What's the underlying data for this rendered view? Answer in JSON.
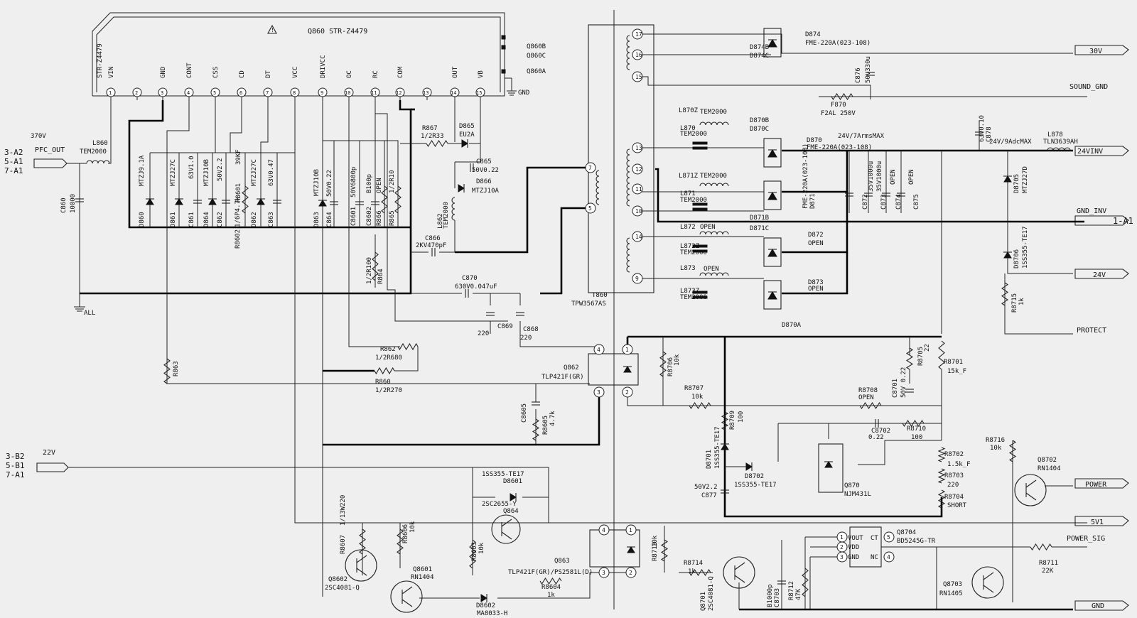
{
  "ic": {
    "title": "Q860 STR-Z4479",
    "side_label": "STR-Z4479",
    "pins": [
      {
        "num": "1",
        "name": "VIN"
      },
      {
        "num": "2",
        "name": ""
      },
      {
        "num": "3",
        "name": "GND"
      },
      {
        "num": "4",
        "name": "CONT"
      },
      {
        "num": "5",
        "name": "CSS"
      },
      {
        "num": "6",
        "name": "CD"
      },
      {
        "num": "7",
        "name": "DT"
      },
      {
        "num": "8",
        "name": "VCC"
      },
      {
        "num": "9",
        "name": "DRIVCC"
      },
      {
        "num": "10",
        "name": "OC"
      },
      {
        "num": "11",
        "name": "RC"
      },
      {
        "num": "12",
        "name": "COM"
      },
      {
        "num": "13",
        "name": ""
      },
      {
        "num": "14",
        "name": "OUT"
      },
      {
        "num": "15",
        "name": "VB"
      }
    ],
    "sub": [
      "Q860B",
      "Q860C",
      "Q860A"
    ],
    "gnd": "GND"
  },
  "ports": {
    "pfc_out": "PFC_OUT",
    "pfc_volt": "370V",
    "pfc_refs": [
      "3-A2",
      "5-A1",
      "7-A1"
    ],
    "v22": "22V",
    "v22_refs": [
      "3-B2",
      "5-B1",
      "7-A1"
    ],
    "all": "ALL",
    "out_30v": "30V",
    "sound_gnd": "SOUND_GND",
    "out_24vinv": "24VINV",
    "gnd_inv": "GND_INV",
    "gnd_inv_ref": "1-A1",
    "out_24v": "24V",
    "protect": "PROTECT",
    "power": "POWER",
    "v5v1": "5V1",
    "power_sig": "POWER_SIG",
    "gnd": "GND",
    "ic_gnd": "GND"
  },
  "labels": [
    {
      "id": "l860",
      "t": "L860"
    },
    {
      "id": "l860v",
      "t": "TEM2000"
    },
    {
      "id": "c860",
      "t": "C860"
    },
    {
      "id": "c860v",
      "t": "10000"
    },
    {
      "id": "d860",
      "t": "D860"
    },
    {
      "id": "d860v",
      "t": "MTZJ9.1A"
    },
    {
      "id": "d861",
      "t": "D861"
    },
    {
      "id": "d861v",
      "t": "MTZJ27C"
    },
    {
      "id": "c861",
      "t": "C861"
    },
    {
      "id": "c861v",
      "t": "63V1.0"
    },
    {
      "id": "d864",
      "t": "D864"
    },
    {
      "id": "d864v",
      "t": "MTZJ10B"
    },
    {
      "id": "c862",
      "t": "C862"
    },
    {
      "id": "c862v",
      "t": "50V2.2"
    },
    {
      "id": "r8602",
      "t": "R8602"
    },
    {
      "id": "r8602v",
      "t": "1/6P4.7k"
    },
    {
      "id": "r8601",
      "t": "R8601"
    },
    {
      "id": "r8601v",
      "t": "39KF"
    },
    {
      "id": "d862",
      "t": "D862"
    },
    {
      "id": "d862v",
      "t": "MTZJ27C"
    },
    {
      "id": "c863",
      "t": "C863"
    },
    {
      "id": "c863v",
      "t": "63V0.47"
    },
    {
      "id": "d863",
      "t": "D863"
    },
    {
      "id": "d863v",
      "t": "MTZJ10B"
    },
    {
      "id": "c864",
      "t": "C864"
    },
    {
      "id": "c864v",
      "t": "50V0.22"
    },
    {
      "id": "c8601",
      "t": "C8601"
    },
    {
      "id": "c8601v",
      "t": "50V6800p"
    },
    {
      "id": "c8602",
      "t": "C8602"
    },
    {
      "id": "c8602v",
      "t": "B100p"
    },
    {
      "id": "r866",
      "t": "R866"
    },
    {
      "id": "r866v",
      "t": "OPEN"
    },
    {
      "id": "r865",
      "t": "R865"
    },
    {
      "id": "r865v",
      "t": "1/2R10"
    },
    {
      "id": "r867",
      "t": "R867"
    },
    {
      "id": "r867v",
      "t": "1/2R33"
    },
    {
      "id": "d865",
      "t": "D865"
    },
    {
      "id": "d865v",
      "t": "EU2A"
    },
    {
      "id": "c865",
      "t": "C865"
    },
    {
      "id": "c865v",
      "t": "50V0.22"
    },
    {
      "id": "d866",
      "t": "D866"
    },
    {
      "id": "d866v",
      "t": "MTZJ10A"
    },
    {
      "id": "l862",
      "t": "L862"
    },
    {
      "id": "l862v",
      "t": "TEM2000"
    },
    {
      "id": "c866",
      "t": "C866"
    },
    {
      "id": "c866v",
      "t": "2KV470pF"
    },
    {
      "id": "r864",
      "t": "R864"
    },
    {
      "id": "r864v",
      "t": "1/2R100"
    },
    {
      "id": "c870",
      "t": "C870"
    },
    {
      "id": "c870v",
      "t": "630V0.047uF"
    },
    {
      "id": "c869",
      "t": "C869"
    },
    {
      "id": "c869v",
      "t": "220"
    },
    {
      "id": "c868",
      "t": "C868"
    },
    {
      "id": "c868v",
      "t": "220"
    },
    {
      "id": "r862",
      "t": "R862"
    },
    {
      "id": "r862v",
      "t": "1/2R680"
    },
    {
      "id": "r860",
      "t": "R860"
    },
    {
      "id": "r860v",
      "t": "1/2R270"
    },
    {
      "id": "r863",
      "t": "R863"
    },
    {
      "id": "q862",
      "t": "Q862"
    },
    {
      "id": "q862v",
      "t": "TLP421F(GR)"
    },
    {
      "id": "c8605",
      "t": "C8605"
    },
    {
      "id": "r8605",
      "t": "R8605"
    },
    {
      "id": "r8605v",
      "t": "4.7k"
    },
    {
      "id": "t860",
      "t": "T860"
    },
    {
      "id": "t860v",
      "t": "TPW3567AS"
    },
    {
      "id": "d874",
      "t": "D874"
    },
    {
      "id": "d874v",
      "t": "FME-220A(023-108)"
    },
    {
      "id": "d874b",
      "t": "D874B"
    },
    {
      "id": "d874c",
      "t": "D874C"
    },
    {
      "id": "c876",
      "t": "C876"
    },
    {
      "id": "c876v",
      "t": "50V330u"
    },
    {
      "id": "f870",
      "t": "F870"
    },
    {
      "id": "f870v",
      "t": "F2AL 250V"
    },
    {
      "id": "l870z",
      "t": "L870Z"
    },
    {
      "id": "l870zv",
      "t": "TEM2000"
    },
    {
      "id": "l870",
      "t": "L870"
    },
    {
      "id": "l870v",
      "t": "TEM2000"
    },
    {
      "id": "d870b",
      "t": "D870B"
    },
    {
      "id": "d870c",
      "t": "D870C"
    },
    {
      "id": "d870",
      "t": "D870"
    },
    {
      "id": "d870v",
      "t": "FME-220A(023-108)"
    },
    {
      "id": "d870note",
      "t": "24V/7ArmsMAX"
    },
    {
      "id": "l871z",
      "t": "L871Z"
    },
    {
      "id": "l871zv",
      "t": "TEM2000"
    },
    {
      "id": "l871",
      "t": "L871"
    },
    {
      "id": "l871v",
      "t": "TEM2000"
    },
    {
      "id": "d871",
      "t": "D871"
    },
    {
      "id": "d871v",
      "t": "FME-220A(023-108)"
    },
    {
      "id": "d871b",
      "t": "D871B"
    },
    {
      "id": "d871c",
      "t": "D871C"
    },
    {
      "id": "l872",
      "t": "L872"
    },
    {
      "id": "l872v",
      "t": "OPEN"
    },
    {
      "id": "l872z",
      "t": "L872Z"
    },
    {
      "id": "l872zv",
      "t": "TEM2000"
    },
    {
      "id": "d872",
      "t": "D872"
    },
    {
      "id": "d872v",
      "t": "OPEN"
    },
    {
      "id": "l873",
      "t": "L873"
    },
    {
      "id": "l873v",
      "t": "OPEN"
    },
    {
      "id": "l873z",
      "t": "L873Z"
    },
    {
      "id": "l873zv",
      "t": "TEM2000"
    },
    {
      "id": "d873",
      "t": "D873"
    },
    {
      "id": "d873v",
      "t": "OPEN"
    },
    {
      "id": "d870a",
      "t": "D870A"
    },
    {
      "id": "c872",
      "t": "C872"
    },
    {
      "id": "c872v",
      "t": "35V1000u"
    },
    {
      "id": "c873",
      "t": "C873"
    },
    {
      "id": "c873v",
      "t": "35V1000u"
    },
    {
      "id": "c874",
      "t": "C874"
    },
    {
      "id": "c874v",
      "t": "OPEN"
    },
    {
      "id": "c875",
      "t": "C875"
    },
    {
      "id": "c875v",
      "t": "OPEN"
    },
    {
      "id": "c878",
      "t": "C878"
    },
    {
      "id": "c878v",
      "t": "63V0.10"
    },
    {
      "id": "l878",
      "t": "L878"
    },
    {
      "id": "l878v",
      "t": "TLN3639AH"
    },
    {
      "id": "l878n",
      "t": "24V/9AdcMAX"
    },
    {
      "id": "d8705",
      "t": "D8705"
    },
    {
      "id": "d8705v",
      "t": "MTZJ27D"
    },
    {
      "id": "d8706",
      "t": "D8706"
    },
    {
      "id": "d8706v",
      "t": "1SS355-TE17"
    },
    {
      "id": "r8715",
      "t": "R8715"
    },
    {
      "id": "r8715v",
      "t": "1k"
    },
    {
      "id": "r8706",
      "t": "R8706"
    },
    {
      "id": "r8706v",
      "t": "10k"
    },
    {
      "id": "r8707",
      "t": "R8707"
    },
    {
      "id": "r8707v",
      "t": "10k"
    },
    {
      "id": "r8708",
      "t": "R8708"
    },
    {
      "id": "r8708v",
      "t": "OPEN"
    },
    {
      "id": "c8701",
      "t": "C8701"
    },
    {
      "id": "c8701v",
      "t": "50V 0.22"
    },
    {
      "id": "r8705",
      "t": "R8705"
    },
    {
      "id": "r8705v",
      "t": "22"
    },
    {
      "id": "r8701",
      "t": "R8701"
    },
    {
      "id": "r8701v",
      "t": "15k_F"
    },
    {
      "id": "r8709",
      "t": "R8709"
    },
    {
      "id": "r8709v",
      "t": "100"
    },
    {
      "id": "c8702",
      "t": "C8702"
    },
    {
      "id": "c8702v",
      "t": "0.22"
    },
    {
      "id": "r8710",
      "t": "R8710"
    },
    {
      "id": "r8710v",
      "t": "100"
    },
    {
      "id": "d8701",
      "t": "D8701"
    },
    {
      "id": "d8701v",
      "t": "1SS355-TE17"
    },
    {
      "id": "d8702",
      "t": "D8702"
    },
    {
      "id": "d8702v",
      "t": "1SS355-TE17"
    },
    {
      "id": "c877",
      "t": "C877"
    },
    {
      "id": "c877v",
      "t": "50V2.2"
    },
    {
      "id": "q870",
      "t": "Q870"
    },
    {
      "id": "q870v",
      "t": "NJM431L"
    },
    {
      "id": "r8702",
      "t": "R8702"
    },
    {
      "id": "r8702v",
      "t": "1.5k_F"
    },
    {
      "id": "r8703",
      "t": "R8703"
    },
    {
      "id": "r8703v",
      "t": "220"
    },
    {
      "id": "r8704",
      "t": "R8704"
    },
    {
      "id": "r8704v",
      "t": "SHORT"
    },
    {
      "id": "r8716",
      "t": "R8716"
    },
    {
      "id": "r8716v",
      "t": "10k"
    },
    {
      "id": "q8702",
      "t": "Q8702"
    },
    {
      "id": "q8702v",
      "t": "RN1404"
    },
    {
      "id": "d8601",
      "t": "D8601"
    },
    {
      "id": "d8601v",
      "t": "1SS355-TE17"
    },
    {
      "id": "q864",
      "t": "Q864"
    },
    {
      "id": "q864v",
      "t": "2SC2655-Y"
    },
    {
      "id": "r8607",
      "t": "R8607"
    },
    {
      "id": "r8607v",
      "t": "1/13W220"
    },
    {
      "id": "r8606",
      "t": "R8606"
    },
    {
      "id": "r8606v",
      "t": "10k"
    },
    {
      "id": "r8603",
      "t": "R8603"
    },
    {
      "id": "r8603v",
      "t": "10k"
    },
    {
      "id": "q8602",
      "t": "Q8602"
    },
    {
      "id": "q8602v",
      "t": "2SC4081-Q"
    },
    {
      "id": "q8601",
      "t": "Q8601"
    },
    {
      "id": "q8601v",
      "t": "RN1404"
    },
    {
      "id": "d8602",
      "t": "D8602"
    },
    {
      "id": "d8602v",
      "t": "MA8033-H"
    },
    {
      "id": "q863",
      "t": "Q863"
    },
    {
      "id": "q863v",
      "t": "TLP421F(GR)/PS2581L(D)"
    },
    {
      "id": "r8604",
      "t": "R8604"
    },
    {
      "id": "r8604v",
      "t": "1k"
    },
    {
      "id": "r8713",
      "t": "R8713"
    },
    {
      "id": "r8713v",
      "t": "10k"
    },
    {
      "id": "r8714",
      "t": "R8714"
    },
    {
      "id": "r8714v",
      "t": "1k"
    },
    {
      "id": "q8701",
      "t": "Q8701"
    },
    {
      "id": "q8701v",
      "t": "2SC4081-Q"
    },
    {
      "id": "c8703",
      "t": "C8703"
    },
    {
      "id": "c8703v",
      "t": "B1000p"
    },
    {
      "id": "r8712",
      "t": "R8712"
    },
    {
      "id": "r8712v",
      "t": "47K"
    },
    {
      "id": "q8704",
      "t": "Q8704"
    },
    {
      "id": "q8704v",
      "t": "BD5245G-TR"
    },
    {
      "id": "vout",
      "t": "VOUT"
    },
    {
      "id": "vdd",
      "t": "VDD"
    },
    {
      "id": "vgnd",
      "t": "GND"
    },
    {
      "id": "ct",
      "t": "CT"
    },
    {
      "id": "nc",
      "t": "NC"
    },
    {
      "id": "r8711",
      "t": "R8711"
    },
    {
      "id": "r8711v",
      "t": "22K"
    },
    {
      "id": "q8703",
      "t": "Q8703"
    },
    {
      "id": "q8703v",
      "t": "RN1405"
    }
  ]
}
